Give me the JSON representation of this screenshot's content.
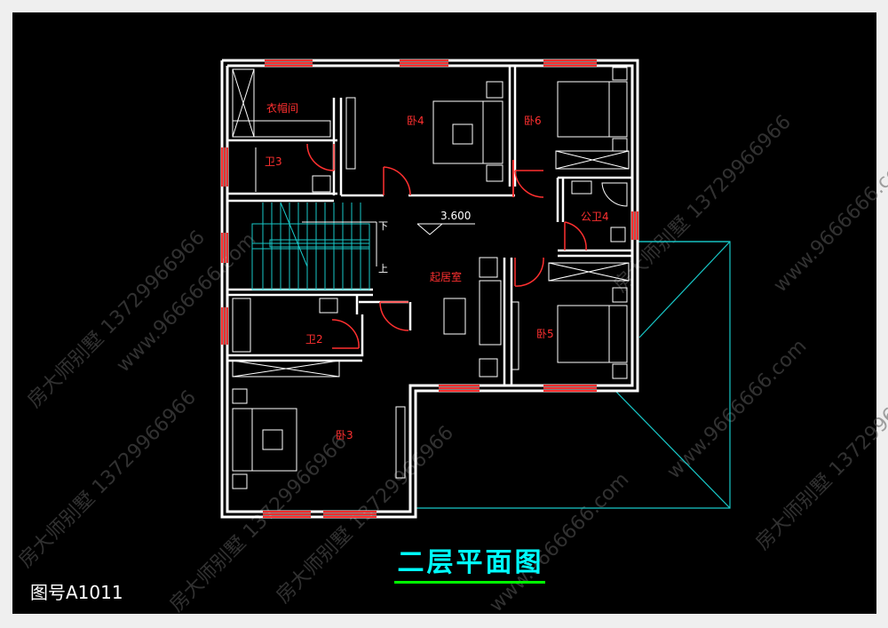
{
  "drawing": {
    "number": "图号A1011",
    "title": "二层平面图",
    "elevation": "3.600",
    "stair": {
      "down": "下",
      "up": "上"
    },
    "rooms": {
      "closet": "衣帽间",
      "bath3": "卫3",
      "bedroom4": "卧4",
      "bedroom6": "卧6",
      "public_bath4": "公卫4",
      "living": "起居室",
      "bedroom5": "卧5",
      "bath2": "卫2",
      "bedroom3": "卧3"
    },
    "watermark_lines": [
      "房大师别墅 13729966966",
      "www.9666666.com"
    ]
  },
  "colors": {
    "background": "#000000",
    "frame": "#efefef",
    "wall": "#ffffff",
    "window": "#ff3030",
    "room_label": "#ff3030",
    "roof_line": "#18c8c8",
    "stair": "#18c8c8",
    "title": "#00ffff",
    "underline": "#00ff00",
    "watermark": "#5a5a5a"
  }
}
